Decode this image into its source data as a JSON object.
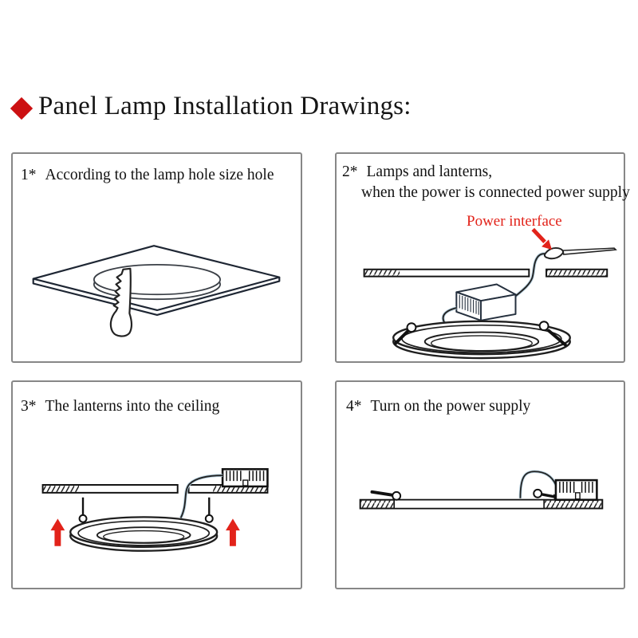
{
  "title": "Panel Lamp Installation Drawings:",
  "panels": [
    {
      "num": "1*",
      "lines": [
        "According to the lamp hole size hole"
      ]
    },
    {
      "num": "2*",
      "lines": [
        "Lamps and lanterns,",
        "when the power is connected power supply"
      ],
      "annotation": "Power interface"
    },
    {
      "num": "3*",
      "lines": [
        "The lanterns into the ceiling"
      ]
    },
    {
      "num": "4*",
      "lines": [
        "Turn on the power supply"
      ]
    }
  ],
  "colors": {
    "accent_red": "#e2231a",
    "diamond_red": "#cc1012",
    "line": "#1f1f1f",
    "panel_border": "#878787"
  }
}
